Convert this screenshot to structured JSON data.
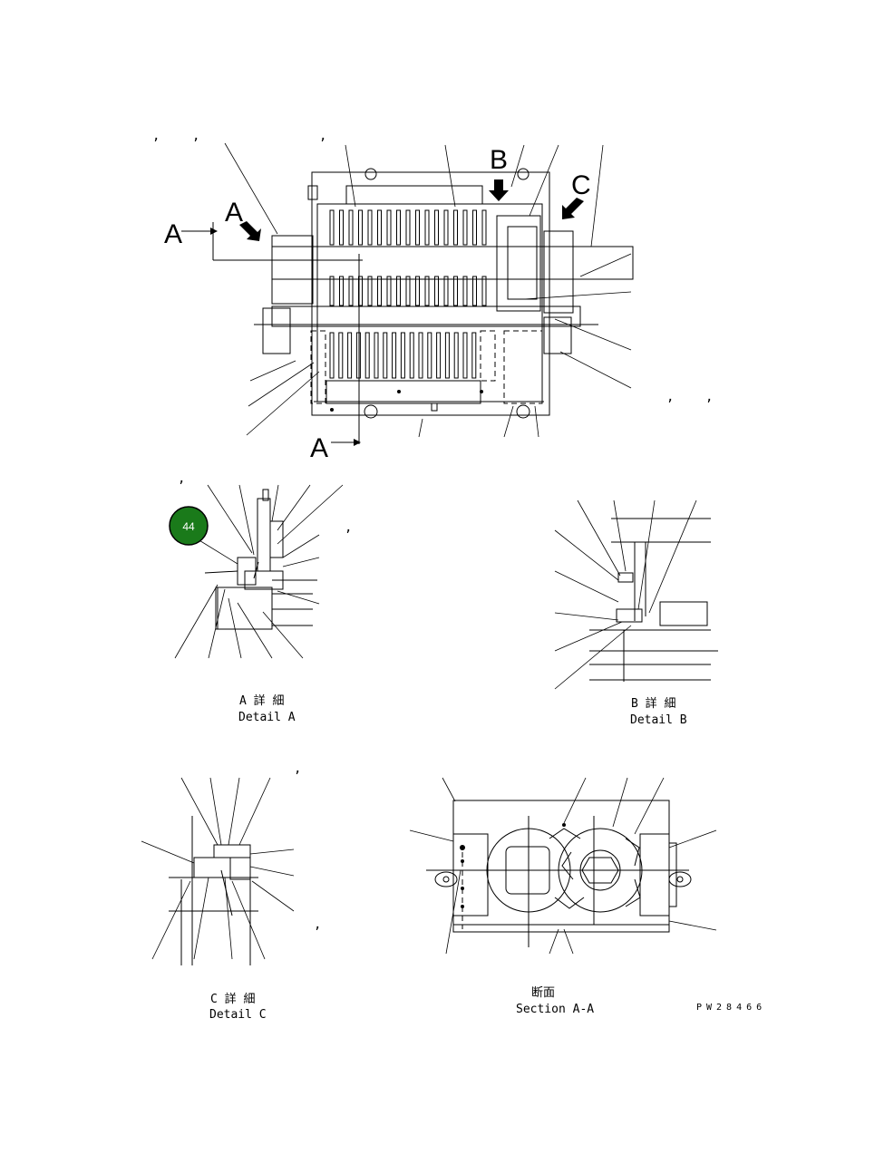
{
  "views": {
    "main": {
      "letter_a": "A",
      "letter_a_detail": "A",
      "letter_b": "B",
      "letter_c": "C",
      "section_bottom": "A"
    },
    "detail_a": {
      "title_jp": "A 詳 細",
      "title_en": "Detail A"
    },
    "detail_b": {
      "title_jp": "B 詳 細",
      "title_en": "Detail B"
    },
    "detail_c": {
      "title_jp": "C 詳 細",
      "title_en": "Detail C"
    },
    "section": {
      "title_jp": "断面",
      "title_en": "Section A-A"
    }
  },
  "callout": {
    "number": "44",
    "color": "#1a7a1a"
  },
  "drawing_code": "PW28466",
  "marks": {
    "comma": ","
  }
}
